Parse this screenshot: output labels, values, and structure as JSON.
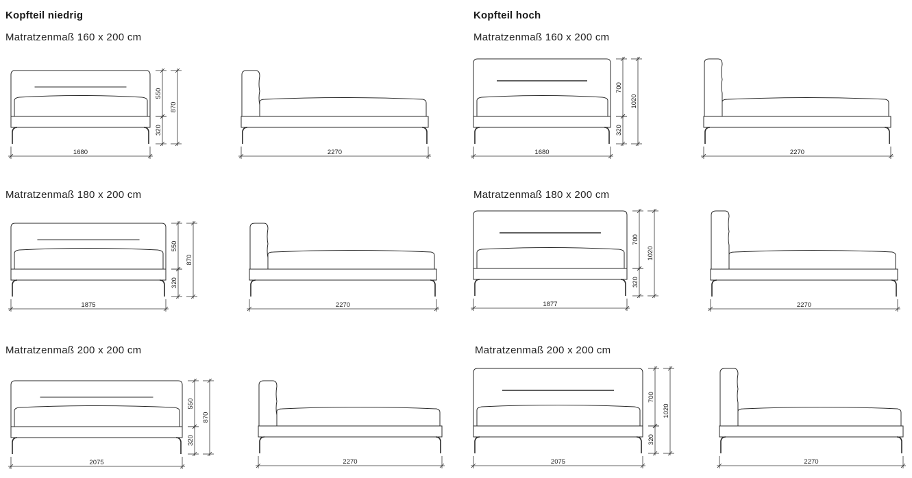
{
  "sections": [
    {
      "title": "Kopfteil niedrig",
      "headboard": "low",
      "rows": [
        {
          "label": "Matratzenmaß 160 x 200 cm",
          "width_label": "1680",
          "length_label": "2270",
          "upper_height": "550",
          "lower_height": "320",
          "total_height": "870"
        },
        {
          "label": "Matratzenmaß 180 x 200 cm",
          "width_label": "1875",
          "length_label": "2270",
          "upper_height": "550",
          "lower_height": "320",
          "total_height": "870"
        },
        {
          "label": "Matratzenmaß 200 x 200 cm",
          "width_label": "2075",
          "length_label": "2270",
          "upper_height": "550",
          "lower_height": "320",
          "total_height": "870"
        }
      ]
    },
    {
      "title": "Kopfteil hoch",
      "headboard": "high",
      "rows": [
        {
          "label": "Matratzenmaß 160 x 200 cm",
          "width_label": "1680",
          "length_label": "2270",
          "upper_height": "700",
          "lower_height": "320",
          "total_height": "1020"
        },
        {
          "label": "Matratzenmaß 180 x 200 cm",
          "width_label": "1877",
          "length_label": "2270",
          "upper_height": "700",
          "lower_height": "320",
          "total_height": "1020"
        },
        {
          "label": "Matratzenmaß 200 x 200 cm",
          "width_label": "2075",
          "length_label": "2270",
          "upper_height": "700",
          "lower_height": "320",
          "total_height": "1020"
        }
      ]
    }
  ]
}
